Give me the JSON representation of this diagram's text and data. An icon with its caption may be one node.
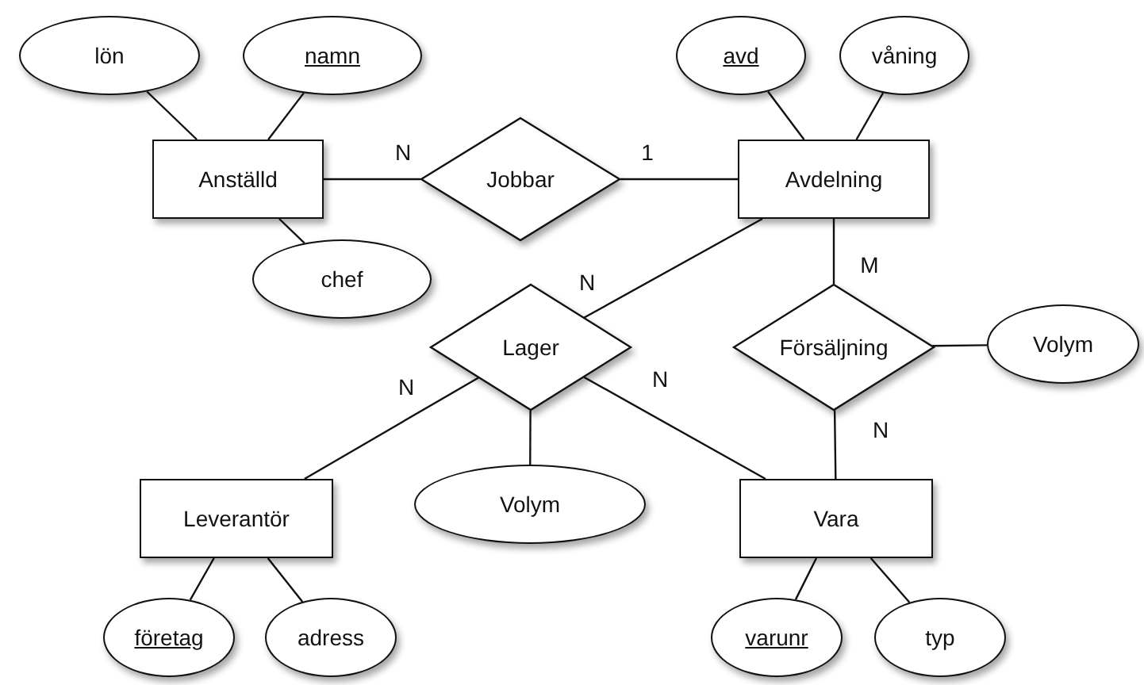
{
  "diagram": {
    "nodes": [
      {
        "text": [
          "lön"
        ]
      },
      {
        "text": [
          "namn"
        ]
      },
      {
        "text": [
          "avd"
        ]
      },
      {
        "text": [
          "våning"
        ]
      },
      {
        "text": [
          "Anställd"
        ]
      },
      {
        "text": [
          "Jobbar"
        ]
      },
      {
        "text": [
          "Avdelning"
        ]
      },
      {
        "text": [
          "chef"
        ]
      },
      {
        "text": [
          "Lager"
        ]
      },
      {
        "text": [
          "Försäljning"
        ]
      },
      {
        "text": [
          "Volym"
        ]
      },
      {
        "text": [
          "Leverantör"
        ]
      },
      {
        "text": [
          "Volym"
        ]
      },
      {
        "text": [
          "Vara"
        ]
      },
      {
        "text": [
          "företag"
        ]
      },
      {
        "text": [
          "adress"
        ]
      },
      {
        "text": [
          "varunr"
        ]
      },
      {
        "text": [
          "typ"
        ]
      }
    ],
    "edges": [
      {
        "from": 0,
        "to": 4,
        "arrow": "none"
      },
      {
        "from": 1,
        "to": 4,
        "arrow": "none"
      },
      {
        "from": 2,
        "to": 6,
        "arrow": "none"
      },
      {
        "from": 3,
        "to": 6,
        "arrow": "none"
      },
      {
        "from": 4,
        "to": 5,
        "arrow": "none",
        "label": "N"
      },
      {
        "from": 5,
        "to": 6,
        "arrow": "none",
        "label": "1"
      },
      {
        "from": 4,
        "to": 7,
        "arrow": "none"
      },
      {
        "from": 6,
        "to": 8,
        "arrow": "none",
        "label": "N"
      },
      {
        "from": 6,
        "to": 9,
        "arrow": "none",
        "label": "M"
      },
      {
        "from": 9,
        "to": 10,
        "arrow": "none"
      },
      {
        "from": 8,
        "to": 11,
        "arrow": "none",
        "label": "N"
      },
      {
        "from": 8,
        "to": 12,
        "arrow": "none"
      },
      {
        "from": 8,
        "to": 13,
        "arrow": "none",
        "label": "N"
      },
      {
        "from": 9,
        "to": 13,
        "arrow": "none",
        "label": "N"
      },
      {
        "from": 11,
        "to": 14,
        "arrow": "none"
      },
      {
        "from": 11,
        "to": 15,
        "arrow": "none"
      },
      {
        "from": 13,
        "to": 16,
        "arrow": "none"
      },
      {
        "from": 13,
        "to": 17,
        "arrow": "none"
      }
    ]
  }
}
